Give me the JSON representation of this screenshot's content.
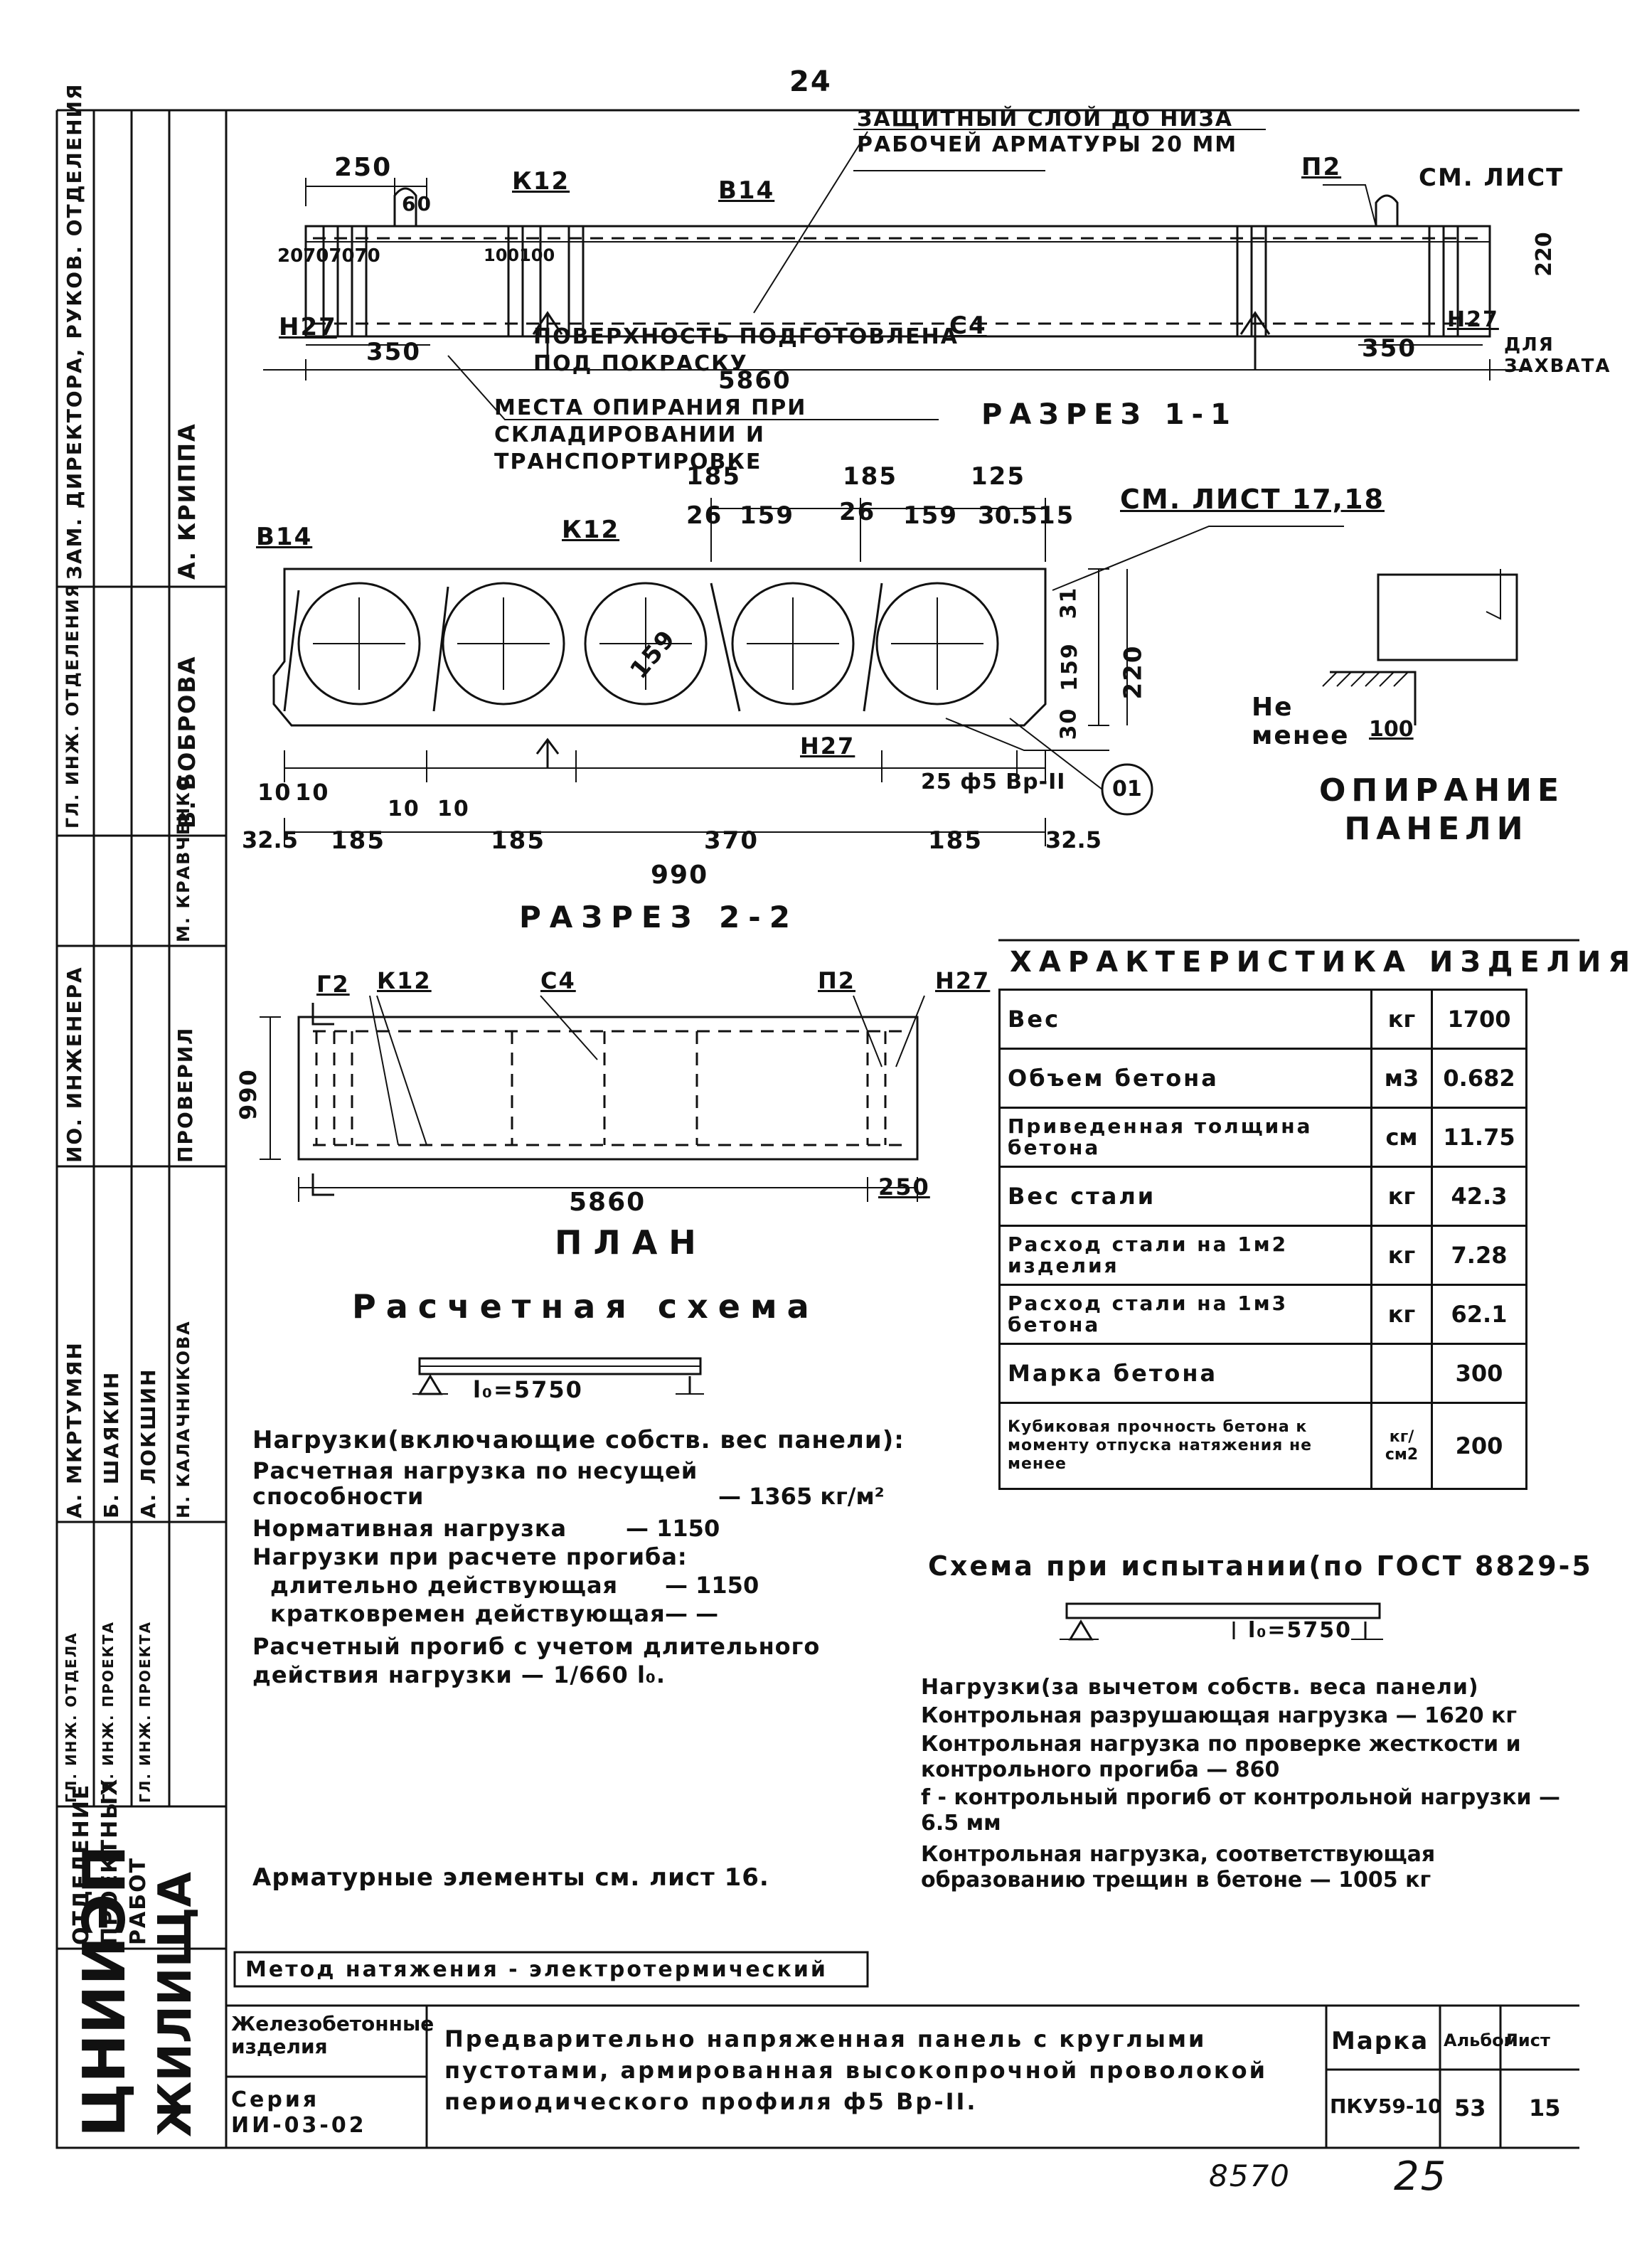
{
  "page_number": "24",
  "footer": {
    "archive_number": "8570",
    "page_handwritten": "25"
  },
  "stamp": {
    "rows": [
      {
        "role": "ЗАМ. ДИРЕКТОРА, РУКОВ. ОТДЕЛЕНИЯ",
        "name": "А. КРИППА"
      },
      {
        "role": "ГЛ. ИНЖ. ОТДЕЛЕНИЯ",
        "name": "В. БОБРОВА"
      },
      {
        "role": "ГЛ. ИНЖ. ОТДЕЛА",
        "name": "М. КРАВЧЕНКО"
      },
      {
        "role": "ГЛ. ИНЖ. ПРОЕКТА",
        "name": "А. МКРТУМЯН"
      },
      {
        "role": "ГЛ. ИНЖ. ПРОЕКТА",
        "name": "Б. ШАЯКИН"
      },
      {
        "role": "ИО. ИНЖЕНЕРА",
        "name": "А. ЛОКШИН"
      },
      {
        "role": "ПРОВЕРИЛ",
        "name": "Н. КАЛАЧНИКОВА"
      }
    ],
    "department": "ОТДЕЛЕНИЕ ПРОЕКТНЫХ РАБОТ",
    "institute_line1": "ЦНИИЭП",
    "institute_line2": "ЖИЛИЩА"
  },
  "section_1_1": {
    "title": "РАЗРЕЗ 1-1",
    "note_cover": "ЗАЩИТНЫЙ СЛОЙ ДО НИЗА РАБОЧЕЙ АРМАТУРЫ 20 ММ",
    "note_surface": "ПОВЕРХНОСТЬ ПОДГОТОВЛЕНА ПОД ПОКРАСКУ",
    "note_support": "МЕСТА ОПИРАНИЯ ПРИ СКЛАДИРОВАНИИ И ТРАНСПОРТИРОВКЕ",
    "note_see_sheet": "СМ. ЛИСТ",
    "note_grip": "ДЛЯ ЗАХВАТА",
    "labels": {
      "k12": "К12",
      "b14": "В14",
      "p2": "П2",
      "h27": "Н27",
      "c4": "С4"
    },
    "dims": {
      "d250": "250",
      "d60": "60",
      "d100": "100100",
      "d2070": "20707070",
      "d350": "350",
      "d5860": "5860",
      "d220": "220"
    }
  },
  "section_2_2": {
    "title": "РАЗРЕЗ 2-2",
    "note_see_sheet": "СМ. ЛИСТ 17,18",
    "rebar": "25 ф5 Вр-II",
    "circle_mark": "01",
    "hole_dia": "159",
    "top_dims": [
      "185",
      "185",
      "125",
      "26",
      "159",
      "26",
      "159",
      "30.5",
      "15"
    ],
    "right_dims": [
      "31",
      "159",
      "30",
      "220"
    ],
    "bottom_dims": [
      "10",
      "10",
      "10",
      "10",
      "32.5",
      "185",
      "185",
      "370",
      "185",
      "32.5"
    ],
    "total": "990"
  },
  "support": {
    "note_min": "Не менее",
    "dim": "100",
    "title": "ОПИРАНИЕ ПАНЕЛИ"
  },
  "plan": {
    "title": "ПЛАН",
    "length": "5860",
    "width": "990",
    "end": "250",
    "labels": [
      "К12",
      "С4",
      "П2",
      "Н27"
    ]
  },
  "characteristics": {
    "title": "ХАРАКТЕРИСТИКА ИЗДЕЛИЯ",
    "rows": [
      {
        "name": "Вес",
        "unit": "кг",
        "value": "1700"
      },
      {
        "name": "Объем бетона",
        "unit": "м3",
        "value": "0.682"
      },
      {
        "name": "Приведенная толщина бетона",
        "unit": "см",
        "value": "11.75"
      },
      {
        "name": "Вес стали",
        "unit": "кг",
        "value": "42.3"
      },
      {
        "name": "Расход стали на 1м2 изделия",
        "unit": "кг",
        "value": "7.28"
      },
      {
        "name": "Расход стали на 1м3 бетона",
        "unit": "кг",
        "value": "62.1"
      },
      {
        "name": "Марка бетона",
        "unit": "",
        "value": "300"
      },
      {
        "name": "Кубиковая прочность бетона к моменту отпуска натяжения не менее",
        "unit": "кг/см2",
        "value": "200"
      }
    ]
  },
  "calc_scheme": {
    "title": "Расчетная схема",
    "span": "l₀=5750",
    "loads_header": "Нагрузки(включающие собств. вес панели):",
    "lines": [
      {
        "text": "Расчетная нагрузка по несущей способности",
        "value": "— 1365 кг/м²"
      },
      {
        "text": "Нормативная нагрузка",
        "value": "— 1150"
      },
      {
        "text": "Нагрузки при расчете прогиба:",
        "value": ""
      },
      {
        "text": "длительно действующая",
        "value": "— 1150"
      },
      {
        "text": "кратковремен действующая",
        "value": "— —"
      }
    ],
    "deflection": "Расчетный прогиб с учетом длительного действия нагрузки — 1/660 l₀."
  },
  "test_scheme": {
    "title": "Схема при испытании(по ГОСТ 8829-5",
    "span": "l₀=5750",
    "loads_header": "Нагрузки(за вычетом собств. веса панели)",
    "lines": [
      "Контрольная разрушающая нагрузка — 1620 кг",
      "Контрольная нагрузка по проверке жесткости и контрольного прогиба — 860",
      "f - контрольный прогиб от контрольной нагрузки — 6.5 мм",
      "Контрольная нагрузка, соответствующая образованию трещин в бетоне — 1005 кг"
    ]
  },
  "rebar_note": "Арматурные элементы см. лист 16.",
  "method": "Метод натяжения - электротермический",
  "title_block": {
    "product": "Железобетонные изделия",
    "series": "Серия ИИ-03-02",
    "description": "Предварительно напряженная панель с круглыми пустотами, армированная высокопрочной проволокой периодического профиля ф5 Вр-II.",
    "mark_label": "Марка",
    "mark": "ПКУ59-10",
    "album_label": "Альбом",
    "album": "53",
    "sheet_label": "Лист",
    "sheet": "15"
  }
}
